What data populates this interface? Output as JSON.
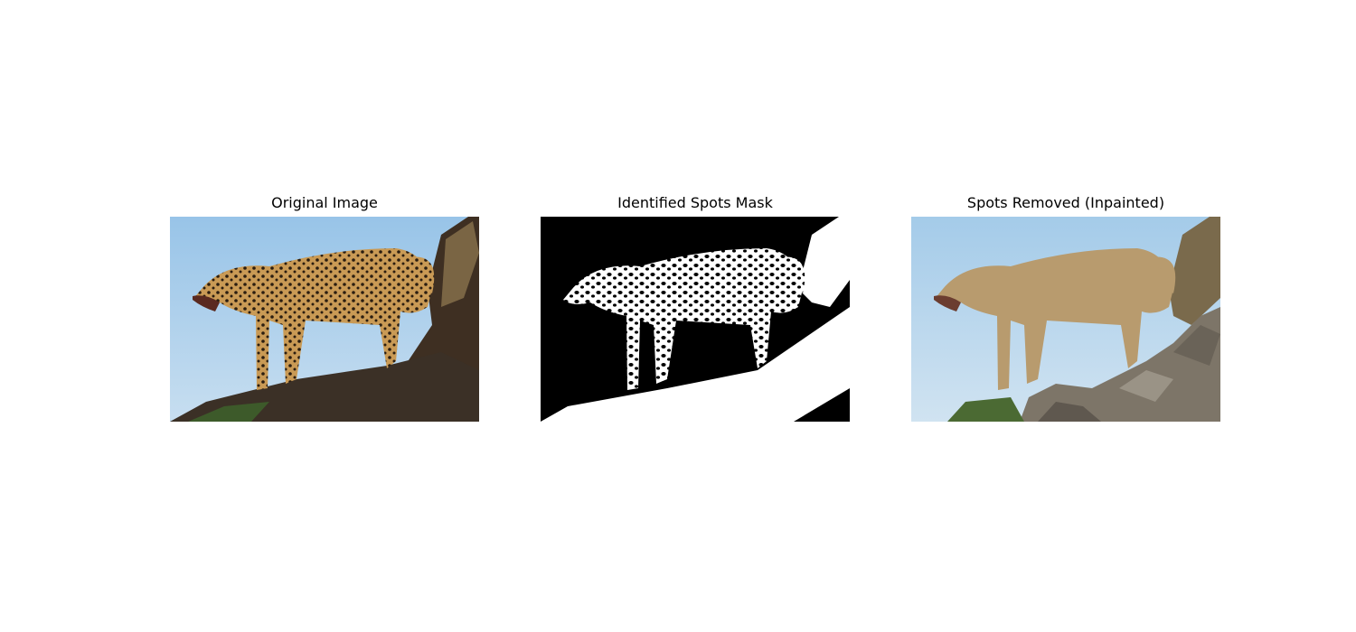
{
  "figure": {
    "panels": [
      {
        "id": "original",
        "title": "Original Image"
      },
      {
        "id": "mask",
        "title": "Identified Spots Mask"
      },
      {
        "id": "inpainted",
        "title": "Spots Removed (Inpainted)"
      }
    ]
  }
}
